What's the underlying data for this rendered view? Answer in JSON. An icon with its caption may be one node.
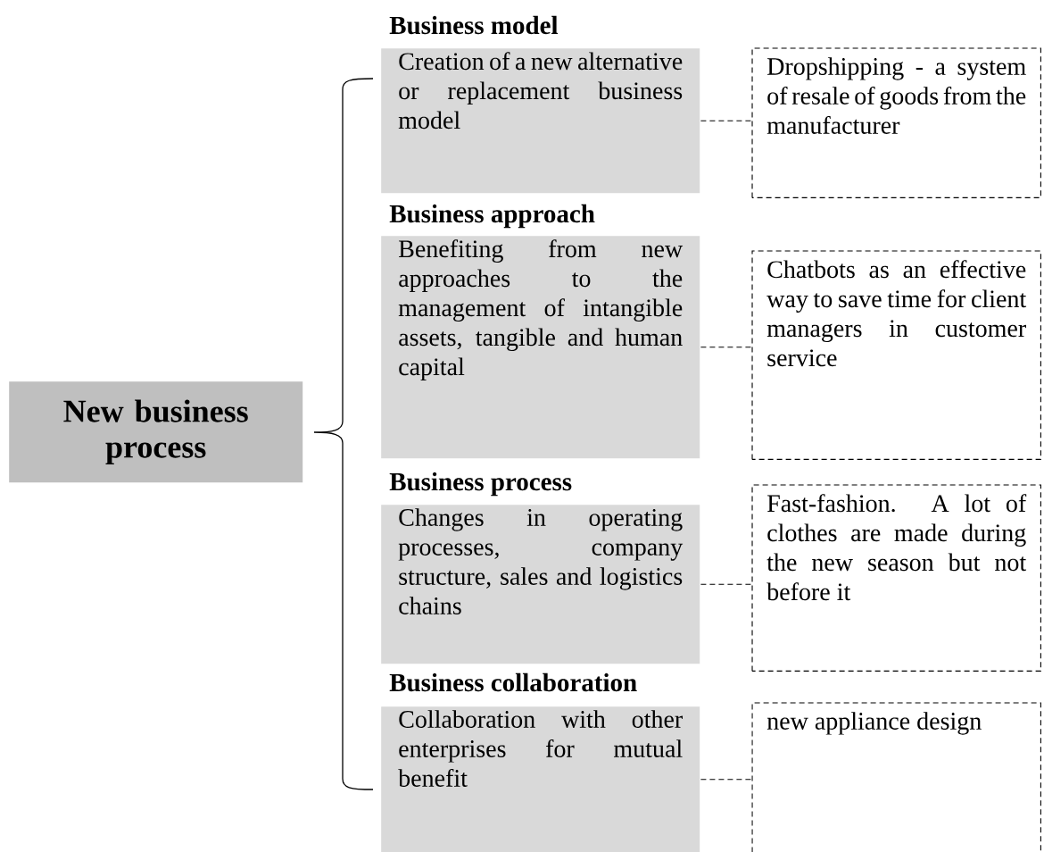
{
  "diagram": {
    "nodes": [
      {
        "text": [
          "New business process"
        ]
      },
      {
        "text": [
          "Business model",
          "Creation of a new alternative or replacement business model"
        ]
      },
      {
        "text": [
          "Dropshipping - a system of resale of goods from the manufacturer"
        ]
      },
      {
        "text": [
          "Business approach",
          "Benefiting from new approaches to the management of intangible assets, tangible and human capital"
        ]
      },
      {
        "text": [
          "Chatbots as an effective way to save time for client managers in customer service"
        ]
      },
      {
        "text": [
          "Business process",
          "Changes in operating processes, company structure, sales and logistics chains"
        ]
      },
      {
        "text": [
          "Fast-fashion. A lot of clothes are made during the new season but not before it"
        ]
      },
      {
        "text": [
          "Business collaboration",
          "Collaboration with other enterprises for mutual benefit"
        ]
      },
      {
        "text": [
          "new appliance design"
        ]
      }
    ],
    "edges": [
      {
        "from": 1,
        "to": 2,
        "arrow": "none",
        "style": "dashed"
      },
      {
        "from": 3,
        "to": 4,
        "arrow": "none",
        "style": "dashed"
      },
      {
        "from": 5,
        "to": 6,
        "arrow": "none",
        "style": "dashed"
      },
      {
        "from": 7,
        "to": 8,
        "arrow": "none",
        "style": "dashed"
      }
    ]
  }
}
